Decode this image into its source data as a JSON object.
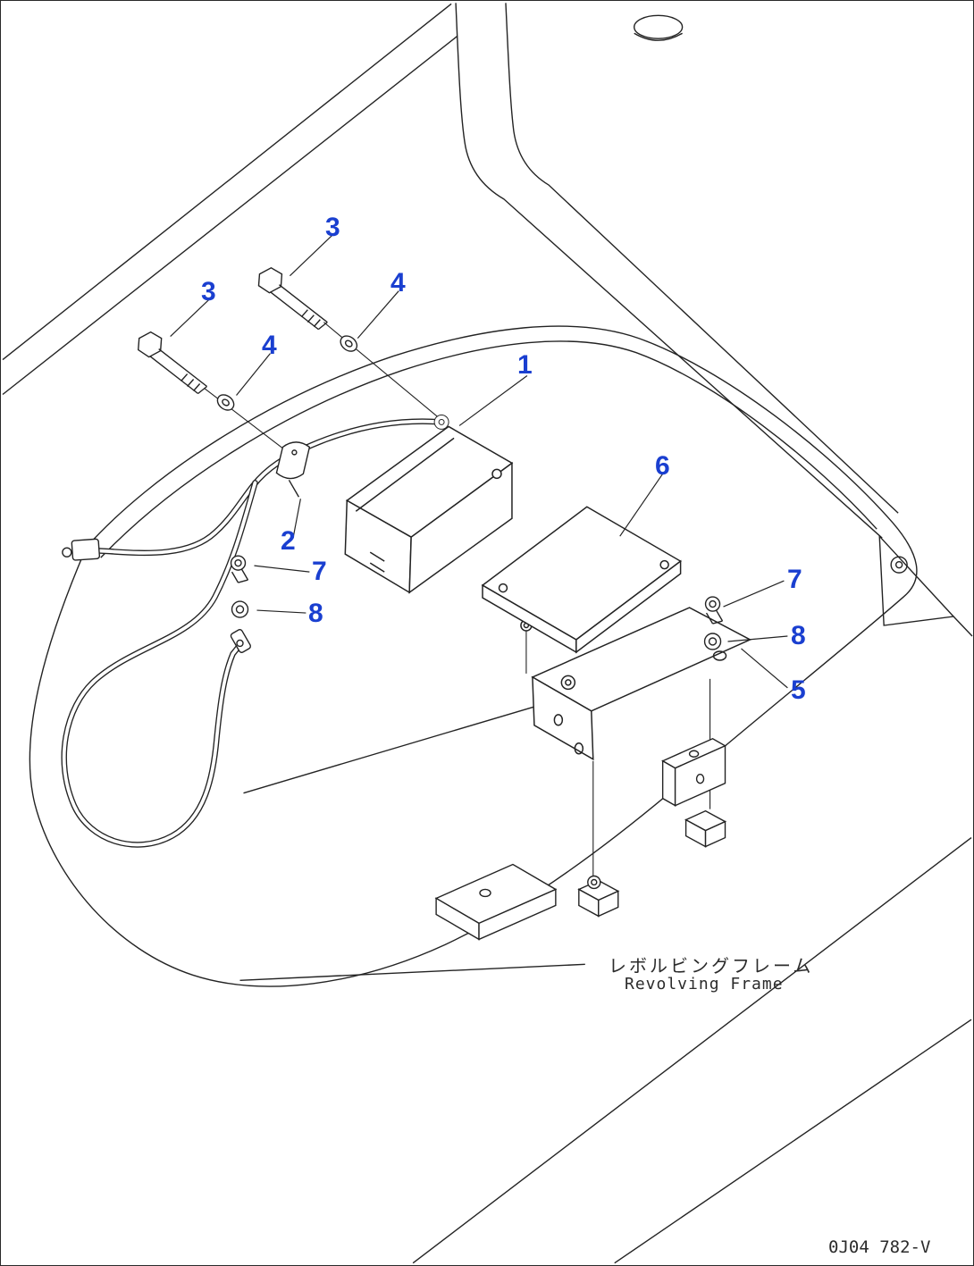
{
  "page": {
    "accent_color": "#1a3fd0",
    "line_color": "#232323",
    "background": "#ffffff"
  },
  "callouts": [
    {
      "id": "1",
      "label": "1"
    },
    {
      "id": "2",
      "label": "2"
    },
    {
      "id": "3-upper",
      "label": "3"
    },
    {
      "id": "3-lower",
      "label": "3"
    },
    {
      "id": "4-upper",
      "label": "4"
    },
    {
      "id": "4-lower",
      "label": "4"
    },
    {
      "id": "5",
      "label": "5"
    },
    {
      "id": "6",
      "label": "6"
    },
    {
      "id": "7-left",
      "label": "7"
    },
    {
      "id": "7-right",
      "label": "7"
    },
    {
      "id": "8-left",
      "label": "8"
    },
    {
      "id": "8-right",
      "label": "8"
    }
  ],
  "labels": {
    "frame_jp": "レボルビングフレーム",
    "frame_en": "Revolving Frame"
  },
  "footer": {
    "drawing_number": "0J04 782-V"
  }
}
